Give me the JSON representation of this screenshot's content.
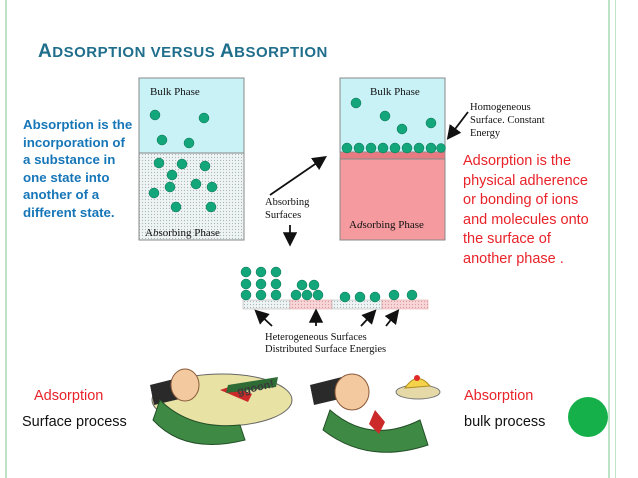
{
  "title": {
    "first_cap": "A",
    "first_rest": "DSORPTION VERSUS ",
    "second_cap": "A",
    "second_rest": "BSORPTION"
  },
  "absorption_definition": "Absorption is the incorporation of a substance in one state into another of a different state.",
  "adsorption_definition": "Adsorption is the physical adherence or bonding of ions and molecules onto the surface of another phase .",
  "diagram": {
    "left_box_top": "Bulk Phase",
    "left_box_bottom_pre": "A",
    "left_box_bottom_em": "b",
    "left_box_bottom_post": "sorbing Phase",
    "right_box_top": "Bulk Phase",
    "right_box_bottom_pre": "A",
    "right_box_bottom_em": "d",
    "right_box_bottom_post": "sorbing Phase",
    "absorbing_surfaces_line1": "Absorbing",
    "absorbing_surfaces_line2": "Surfaces",
    "homogeneous_line1": "Homogeneous",
    "homogeneous_line2": "Surface. Constant",
    "homogeneous_line3": "Energy",
    "heterogeneous_line1": "Heterogeneous Surfaces",
    "heterogeneous_line2": "Distributed Surface Energies"
  },
  "bottom": {
    "left_title": "Adsorption",
    "left_sub": "Surface process",
    "right_title": "Absorption",
    "right_sub": "bulk process"
  },
  "colors": {
    "title": "#1f6e8c",
    "definition_blue": "#1676b8",
    "definition_red": "#e8232a",
    "molecule": "#12a67a",
    "bulk_phase": "#c9f2f7",
    "adsorbing_phase": "#f59a9e",
    "green_dot": "#16b04a"
  }
}
